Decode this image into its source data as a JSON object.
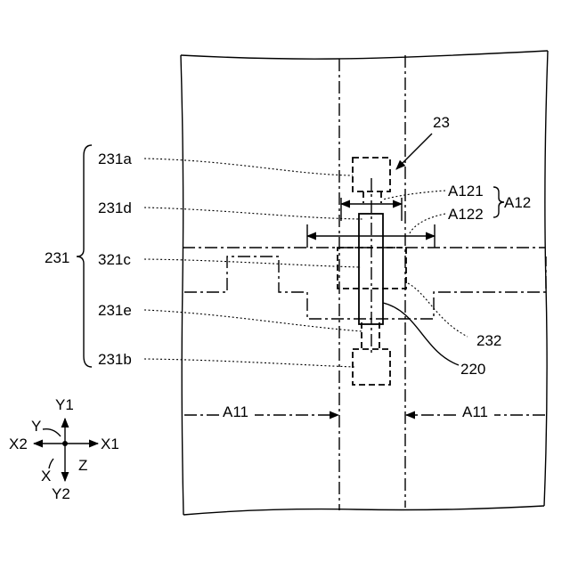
{
  "labels": {
    "ref_23": "23",
    "ref_231": "231",
    "ref_231a": "231a",
    "ref_231d": "231d",
    "ref_321c": "321c",
    "ref_231e": "231e",
    "ref_231b": "231b",
    "ref_A121": "A121",
    "ref_A122": "A122",
    "ref_A12": "A12",
    "ref_232": "232",
    "ref_220": "220",
    "ref_A11_left": "A11",
    "ref_A11_right": "A11"
  },
  "axes": {
    "y1": "Y1",
    "y": "Y",
    "x2": "X2",
    "x1": "X1",
    "x": "X",
    "z": "Z",
    "y2": "Y2"
  }
}
